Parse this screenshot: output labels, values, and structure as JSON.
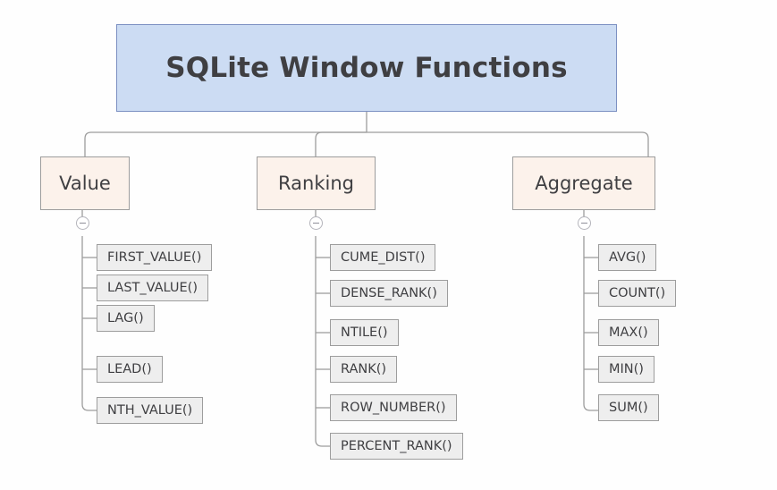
{
  "diagram": {
    "type": "tree-mindmap",
    "background_color": "#fefefe",
    "root": {
      "label": "SQLite Window Functions",
      "fill_color": "#ccdcf3",
      "border_color": "#7c90c2",
      "text_color": "#3f3f42"
    },
    "branch_style": {
      "fill_color": "#fcf2eb",
      "border_color": "#9d9d9d",
      "text_color": "#3f3f42"
    },
    "leaf_style": {
      "fill_color": "#eeeeee",
      "border_color": "#9d9d9d",
      "text_color": "#3f3f42"
    },
    "connector_color": "#9d9d9d",
    "toggle_icon": "collapse-minus-icon",
    "branches": [
      {
        "label": "Value",
        "toggle_state": "expanded",
        "children": [
          {
            "label": "FIRST_VALUE()"
          },
          {
            "label": "LAST_VALUE()"
          },
          {
            "label": "LAG()"
          },
          {
            "label": "LEAD()"
          },
          {
            "label": "NTH_VALUE()"
          }
        ]
      },
      {
        "label": "Ranking",
        "toggle_state": "expanded",
        "children": [
          {
            "label": "CUME_DIST()"
          },
          {
            "label": "DENSE_RANK()"
          },
          {
            "label": "NTILE()"
          },
          {
            "label": "RANK()"
          },
          {
            "label": "ROW_NUMBER()"
          },
          {
            "label": "PERCENT_RANK()"
          }
        ]
      },
      {
        "label": "Aggregate",
        "toggle_state": "expanded",
        "children": [
          {
            "label": "AVG()"
          },
          {
            "label": "COUNT()"
          },
          {
            "label": "MAX()"
          },
          {
            "label": "MIN()"
          },
          {
            "label": "SUM()"
          }
        ]
      }
    ]
  }
}
